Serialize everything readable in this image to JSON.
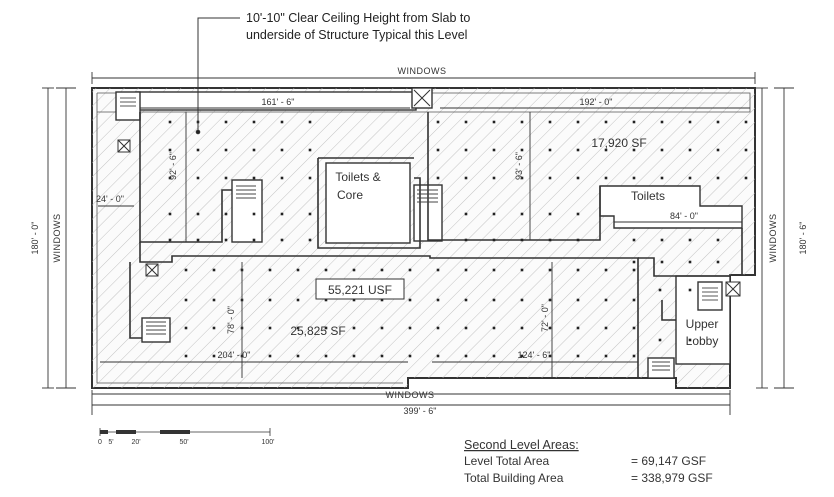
{
  "callout": {
    "line1": "10'-10\" Clear Ceiling Height from Slab to",
    "line2": "underside of Structure Typical this Level"
  },
  "windows": {
    "top": "WINDOWS",
    "bottom": "WINDOWS",
    "left": "WINDOWS",
    "right": "WINDOWS"
  },
  "dimensions": {
    "top_left_span": "161' - 6\"",
    "top_right_span": "192' - 0\"",
    "left_depth": "92' - 6\"",
    "stair_width": "24' - 0\"",
    "mid_depth": "93' - 6\"",
    "lobby_span": "84' - 0\"",
    "lower_left_depth": "78' - 0\"",
    "lower_left_span": "204' - 0\"",
    "lower_right_depth": "72' - 0\"",
    "lower_right_span": "124' - 6\"",
    "overall_width": "399' - 6\"",
    "overall_depth_left": "180' - 0\"",
    "overall_depth_right": "180' - 6\""
  },
  "rooms": {
    "toilets_core_1": "Toilets &",
    "toilets_core_2": "Core",
    "toilets": "Toilets",
    "upper_lobby_1": "Upper",
    "upper_lobby_2": "Lobby"
  },
  "areas": {
    "tenant_a": "17,920 SF",
    "usable": "55,221 USF",
    "tenant_b": "25,825 SF"
  },
  "scale": {
    "labels": [
      "0",
      "5'",
      "20'",
      "50'",
      "100'"
    ]
  },
  "summary": {
    "heading": "Second Level Areas:",
    "rows": [
      {
        "label": "Level Total Area",
        "value": "= 69,147 GSF"
      },
      {
        "label": "Total Building Area",
        "value": "= 338,979 GSF"
      }
    ]
  }
}
